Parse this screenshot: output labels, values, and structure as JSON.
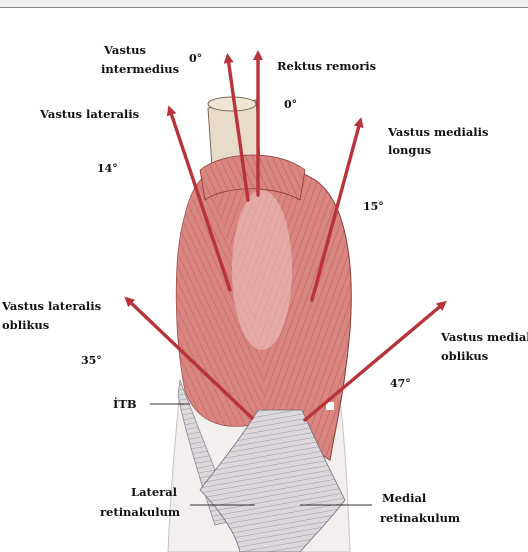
{
  "labels": {
    "vastus_intermedius_1": "Vastus",
    "vastus_intermedius_2": "intermedius",
    "rektus_femoris": "Rektus remoris",
    "vastus_lateralis": "Vastus lateralis",
    "vastus_medialis_longus_1": "Vastus medialis",
    "vastus_medialis_longus_2": "longus",
    "vastus_lateralis_oblikus_1": "Vastus lateralis",
    "vastus_lateralis_oblikus_2": "oblikus",
    "vastus_medialis_oblikus_1": "Vastus mediali",
    "vastus_medialis_oblikus_2": "oblikus",
    "itb": "İTB",
    "lateral_retinakulum_1": "Lateral",
    "lateral_retinakulum_2": "retinakulum",
    "medial_retinakulum_1": "Medial",
    "medial_retinakulum_2": "retinakulum"
  },
  "angles": {
    "vastus_intermedius": "0°",
    "rektus_femoris": "0°",
    "vastus_lateralis": "14°",
    "vastus_medialis_longus": "15°",
    "vastus_lateralis_oblikus": "35°",
    "vastus_medialis_oblikus": "47°"
  },
  "colors": {
    "arrow": "#b8333a",
    "muscle": "#d98580",
    "muscle_dark": "#b85a58",
    "tendon": "#d9d4d6",
    "bone": "#e8dcc8",
    "line": "#333333"
  }
}
